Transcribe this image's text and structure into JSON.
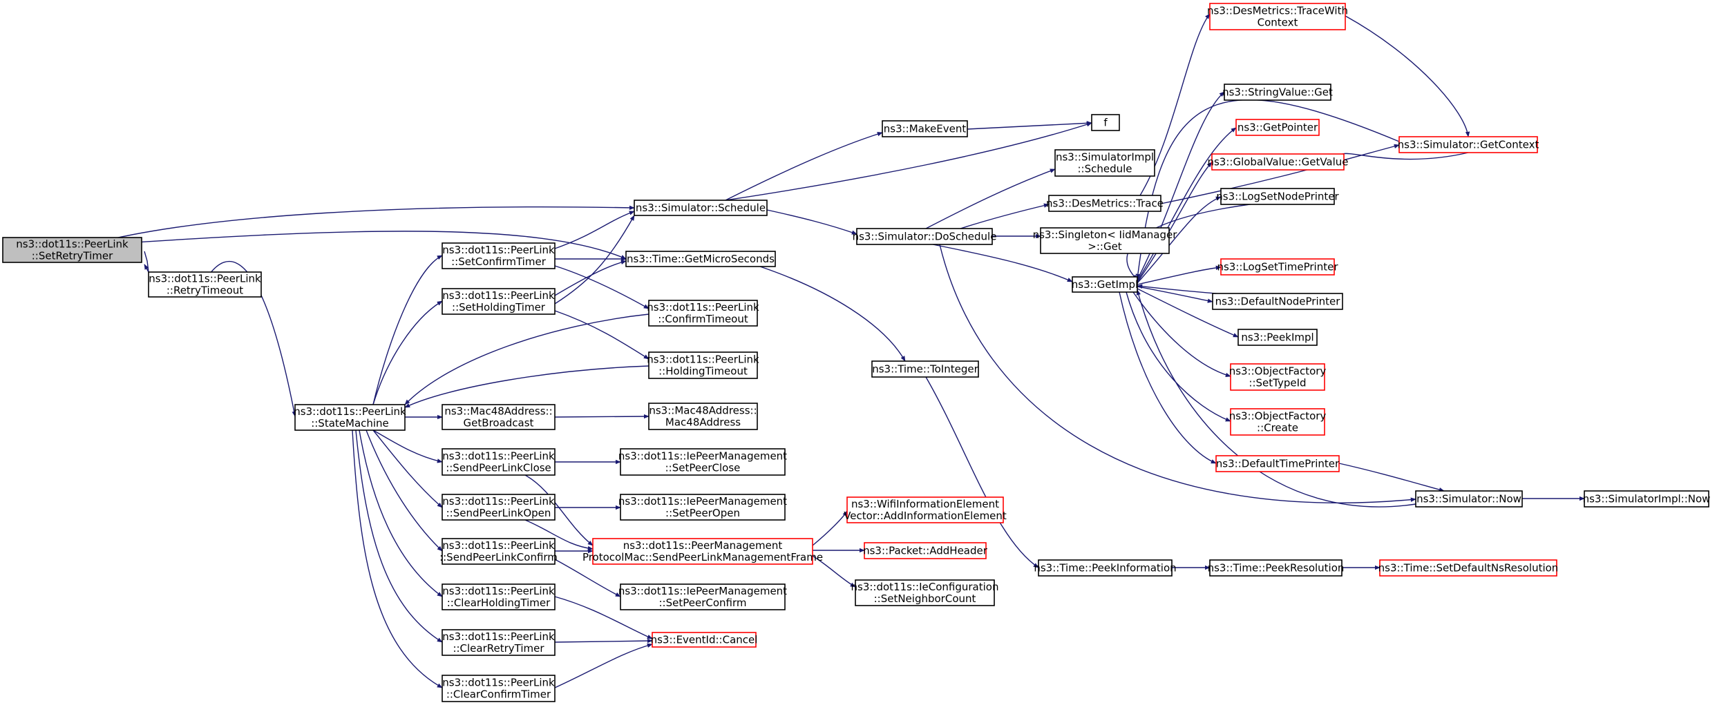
{
  "colors": {
    "edge": "#191970",
    "node_border": "#000000",
    "truncated_border": "#ff0000",
    "root_fill": "#bfbfbf",
    "node_fill": "#ffffff"
  },
  "nodes": [
    {
      "id": "set_retry_timer",
      "lines": [
        "ns3::dot11s::PeerLink",
        "::SetRetryTimer"
      ],
      "root": true,
      "truncated": false
    },
    {
      "id": "retry_timeout",
      "lines": [
        "ns3::dot11s::PeerLink",
        "::RetryTimeout"
      ],
      "truncated": false
    },
    {
      "id": "state_machine",
      "lines": [
        "ns3::dot11s::PeerLink",
        "::StateMachine"
      ],
      "truncated": false
    },
    {
      "id": "set_confirm_timer",
      "lines": [
        "ns3::dot11s::PeerLink",
        "::SetConfirmTimer"
      ],
      "truncated": false
    },
    {
      "id": "set_holding_timer",
      "lines": [
        "ns3::dot11s::PeerLink",
        "::SetHoldingTimer"
      ],
      "truncated": false
    },
    {
      "id": "get_broadcast",
      "lines": [
        "ns3::Mac48Address::",
        "GetBroadcast"
      ],
      "truncated": false
    },
    {
      "id": "send_peer_link_close",
      "lines": [
        "ns3::dot11s::PeerLink",
        "::SendPeerLinkClose"
      ],
      "truncated": false
    },
    {
      "id": "send_peer_link_open",
      "lines": [
        "ns3::dot11s::PeerLink",
        "::SendPeerLinkOpen"
      ],
      "truncated": false
    },
    {
      "id": "send_peer_link_confirm",
      "lines": [
        "ns3::dot11s::PeerLink",
        "::SendPeerLinkConfirm"
      ],
      "truncated": false
    },
    {
      "id": "clear_holding_timer",
      "lines": [
        "ns3::dot11s::PeerLink",
        "::ClearHoldingTimer"
      ],
      "truncated": false
    },
    {
      "id": "clear_retry_timer",
      "lines": [
        "ns3::dot11s::PeerLink",
        "::ClearRetryTimer"
      ],
      "truncated": false
    },
    {
      "id": "clear_confirm_timer",
      "lines": [
        "ns3::dot11s::PeerLink",
        "::ClearConfirmTimer"
      ],
      "truncated": false
    },
    {
      "id": "simulator_schedule",
      "lines": [
        "ns3::Simulator::Schedule"
      ],
      "truncated": false
    },
    {
      "id": "get_micro_seconds",
      "lines": [
        "ns3::Time::GetMicroSeconds"
      ],
      "truncated": false
    },
    {
      "id": "confirm_timeout",
      "lines": [
        "ns3::dot11s::PeerLink",
        "::ConfirmTimeout"
      ],
      "truncated": false
    },
    {
      "id": "holding_timeout",
      "lines": [
        "ns3::dot11s::PeerLink",
        "::HoldingTimeout"
      ],
      "truncated": false
    },
    {
      "id": "mac48_address",
      "lines": [
        "ns3::Mac48Address::",
        "Mac48Address"
      ],
      "truncated": false
    },
    {
      "id": "set_peer_close",
      "lines": [
        "ns3::dot11s::IePeerManagement",
        "::SetPeerClose"
      ],
      "truncated": false
    },
    {
      "id": "set_peer_open",
      "lines": [
        "ns3::dot11s::IePeerManagement",
        "::SetPeerOpen"
      ],
      "truncated": false
    },
    {
      "id": "send_peer_link_mgmt_frame",
      "lines": [
        "ns3::dot11s::PeerManagement",
        "ProtocolMac::SendPeerLinkManagementFrame"
      ],
      "truncated": true
    },
    {
      "id": "set_peer_confirm",
      "lines": [
        "ns3::dot11s::IePeerManagement",
        "::SetPeerConfirm"
      ],
      "truncated": false
    },
    {
      "id": "event_id_cancel",
      "lines": [
        "ns3::EventId::Cancel"
      ],
      "truncated": true
    },
    {
      "id": "make_event",
      "lines": [
        "ns3::MakeEvent"
      ],
      "truncated": false
    },
    {
      "id": "f",
      "lines": [
        "f"
      ],
      "truncated": false
    },
    {
      "id": "do_schedule",
      "lines": [
        "ns3::Simulator::DoSchedule"
      ],
      "truncated": false
    },
    {
      "id": "time_to_integer",
      "lines": [
        "ns3::Time::ToInteger"
      ],
      "truncated": false
    },
    {
      "id": "wifi_ie_vector_add",
      "lines": [
        "ns3::WifiInformationElement",
        "Vector::AddInformationElement"
      ],
      "truncated": true
    },
    {
      "id": "packet_add_header",
      "lines": [
        "ns3::Packet::AddHeader"
      ],
      "truncated": true
    },
    {
      "id": "ie_config_set_neighbor_count",
      "lines": [
        "ns3::dot11s::IeConfiguration",
        "::SetNeighborCount"
      ],
      "truncated": false
    },
    {
      "id": "simulator_impl_schedule",
      "lines": [
        "ns3::SimulatorImpl",
        "::Schedule"
      ],
      "truncated": false
    },
    {
      "id": "des_metrics_trace",
      "lines": [
        "ns3::DesMetrics::Trace"
      ],
      "truncated": false
    },
    {
      "id": "singleton_iid_manager_get",
      "lines": [
        "ns3::Singleton< IidManager",
        ">::Get"
      ],
      "truncated": false
    },
    {
      "id": "get_impl",
      "lines": [
        "ns3::GetImpl"
      ],
      "truncated": false
    },
    {
      "id": "time_peek_information",
      "lines": [
        "ns3::Time::PeekInformation"
      ],
      "truncated": false
    },
    {
      "id": "time_peek_resolution",
      "lines": [
        "ns3::Time::PeekResolution"
      ],
      "truncated": false
    },
    {
      "id": "time_set_default_ns_resolution",
      "lines": [
        "ns3::Time::SetDefaultNsResolution"
      ],
      "truncated": true
    },
    {
      "id": "des_metrics_trace_with_context",
      "lines": [
        "ns3::DesMetrics::TraceWith",
        "Context"
      ],
      "truncated": true
    },
    {
      "id": "string_value_get",
      "lines": [
        "ns3::StringValue::Get"
      ],
      "truncated": false
    },
    {
      "id": "get_pointer",
      "lines": [
        "ns3::GetPointer"
      ],
      "truncated": true
    },
    {
      "id": "global_value_get_value",
      "lines": [
        "ns3::GlobalValue::GetValue"
      ],
      "truncated": true
    },
    {
      "id": "log_set_node_printer",
      "lines": [
        "ns3::LogSetNodePrinter"
      ],
      "truncated": false
    },
    {
      "id": "log_set_time_printer",
      "lines": [
        "ns3::LogSetTimePrinter"
      ],
      "truncated": true
    },
    {
      "id": "default_node_printer",
      "lines": [
        "ns3::DefaultNodePrinter"
      ],
      "truncated": false
    },
    {
      "id": "peek_impl",
      "lines": [
        "ns3::PeekImpl"
      ],
      "truncated": false
    },
    {
      "id": "object_factory_set_type_id",
      "lines": [
        "ns3::ObjectFactory",
        "::SetTypeId"
      ],
      "truncated": true
    },
    {
      "id": "object_factory_create",
      "lines": [
        "ns3::ObjectFactory",
        "::Create"
      ],
      "truncated": true
    },
    {
      "id": "default_time_printer",
      "lines": [
        "ns3::DefaultTimePrinter"
      ],
      "truncated": true
    },
    {
      "id": "simulator_get_context",
      "lines": [
        "ns3::Simulator::GetContext"
      ],
      "truncated": true
    },
    {
      "id": "simulator_now",
      "lines": [
        "ns3::Simulator::Now"
      ],
      "truncated": false
    },
    {
      "id": "simulator_impl_now",
      "lines": [
        "ns3::SimulatorImpl::Now"
      ],
      "truncated": false
    }
  ]
}
